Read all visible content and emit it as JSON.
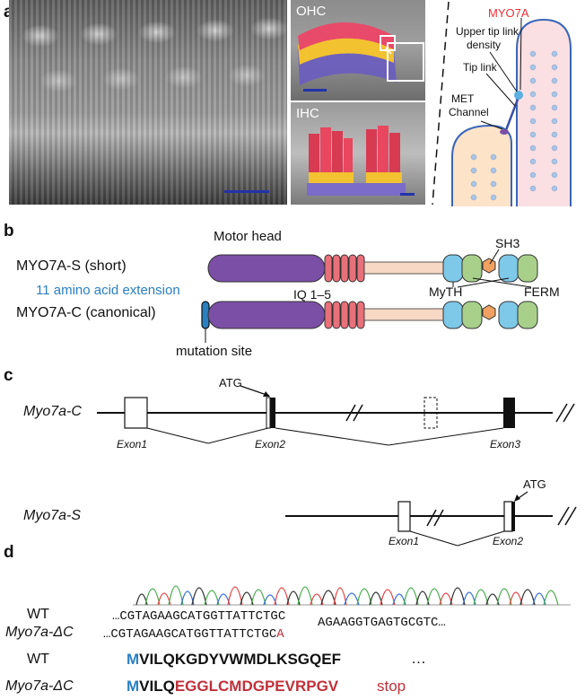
{
  "panels": {
    "a": "a",
    "b": "b",
    "c": "c",
    "d": "d"
  },
  "panel_a": {
    "ohc_label": "OHC",
    "ihc_label": "IHC",
    "myo7a_label": "MYO7A",
    "upper_density_label_1": "Upper tip link",
    "upper_density_label_2": "density",
    "tip_link_label": "Tip link",
    "met_label_1": "MET",
    "met_label_2": "Channel",
    "colors": {
      "myo7a": "#e8303a",
      "scalebar": "#2233aa"
    }
  },
  "panel_b": {
    "motor_head": "Motor head",
    "sh3": "SH3",
    "short_label": "MYO7A-S (short)",
    "extension_label": "11 amino acid extension",
    "iq_label": "IQ 1–5",
    "myth_label": "MyTH",
    "ferm_label": "FERM",
    "canonical_label": "MYO7A-C (canonical)",
    "mutation_label": "mutation site",
    "colors": {
      "motor": "#7b4fa6",
      "iq": "#e8707a",
      "linker": "#f7d8c4",
      "myth": "#7ec8e8",
      "ferm": "#a8d08a",
      "sh3": "#f0a060",
      "extension": "#2a7fc0"
    }
  },
  "panel_c": {
    "gene_c": "Myo7a-C",
    "gene_s": "Myo7a-S",
    "atg_c": "ATG",
    "atg_s": "ATG",
    "exon1_c": "Exon1",
    "exon2_c": "Exon2",
    "exon3_c": "Exon3",
    "exon1_s": "Exon1",
    "exon2_s": "Exon2"
  },
  "panel_d": {
    "wt_label": "WT",
    "mut_label": "Myo7a-ΔC",
    "wt_seq": "…CGTAGAAGCATGGTTATTCTGC",
    "wt_seq_tail": "AGAAGGTGAGTGCGTC…",
    "mut_seq": "…CGTAGAAGCATGGTTATTCTGC",
    "mut_insert": "A",
    "wt_aa_label": "WT",
    "mut_aa_label": "Myo7a-ΔC",
    "wt_aa_first": "M",
    "wt_aa_rest": "VILQKGDYVWMDLKSGQEF",
    "wt_aa_ellipsis": "…",
    "mut_aa_first": "M",
    "mut_aa_same": "VILQ",
    "mut_aa_changed": "EGGLCMDGPEVRPGV",
    "mut_aa_stop": "stop",
    "colors": {
      "start": "#2a7fc0",
      "mutant": "#c0303a",
      "trace_a": "#4caf50",
      "trace_c": "#3a6fd8",
      "trace_g": "#333333",
      "trace_t": "#e84848"
    }
  }
}
